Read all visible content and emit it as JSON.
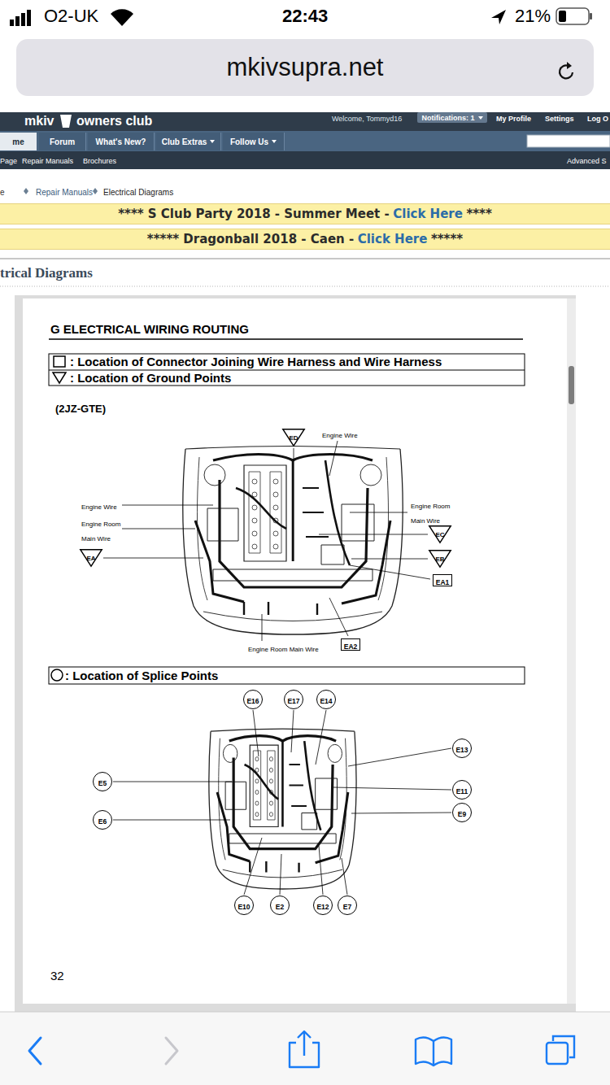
{
  "diagram": {
    "title": "G ELECTRICAL WIRING ROUTING",
    "nodes": [
      {
        "text": [
          "mkivsupra.net"
        ]
      },
      {
        "text": [
          "Notifications: 1"
        ]
      },
      {
        "text": [
          "me"
        ]
      },
      {
        "text": [
          "Forum"
        ]
      },
      {
        "text": [
          "What's New?"
        ]
      },
      {
        "text": [
          "Club Extras"
        ]
      },
      {
        "text": [
          "Follow Us"
        ]
      },
      {
        "text": [
          "**** S Club Party 2018 - Summer Meet -",
          "Click Here",
          "****"
        ]
      },
      {
        "text": [
          "***** Dragonball 2018 - Caen -",
          "Click Here",
          "*****"
        ]
      },
      {
        "text": [
          "ED"
        ]
      },
      {
        "text": [
          "EC"
        ]
      },
      {
        "text": [
          "EA"
        ]
      },
      {
        "text": [
          "EB"
        ]
      },
      {
        "text": [
          "EA1"
        ]
      },
      {
        "text": [
          "EA2"
        ]
      },
      {
        "text": [
          "E16"
        ]
      },
      {
        "text": [
          "E17"
        ]
      },
      {
        "text": [
          "E14"
        ]
      },
      {
        "text": [
          "E13"
        ]
      },
      {
        "text": [
          "E5"
        ]
      },
      {
        "text": [
          "E11"
        ]
      },
      {
        "text": [
          "E9"
        ]
      },
      {
        "text": [
          "E6"
        ]
      },
      {
        "text": [
          "E10"
        ]
      },
      {
        "text": [
          "E2"
        ]
      },
      {
        "text": [
          "E12"
        ]
      },
      {
        "text": [
          "E7"
        ]
      }
    ],
    "labels": [
      "O2-UK",
      "22:43",
      "21%",
      "mkiv",
      "owners club",
      "Welcome, Tommyd16",
      "My Profile",
      "Settings",
      "Log O",
      "Page",
      "Repair Manuals",
      "Brochures",
      "Advanced S",
      "e",
      "Repair Manuals",
      "Electrical Diagrams",
      "trical Diagrams",
      "(2JZ-GTE)",
      "Engine Wire",
      "Engine Wire",
      "Engine Room Main Wire",
      "Engine Room Main Wire",
      "Engine Room Main Wire",
      "32"
    ],
    "legend": [
      {
        "text": ": Location of Connector Joining Wire Harness and Wire Harness"
      },
      {
        "text": ": Location of Ground Points"
      },
      {
        "text": ": Location of Splice Points"
      }
    ]
  }
}
